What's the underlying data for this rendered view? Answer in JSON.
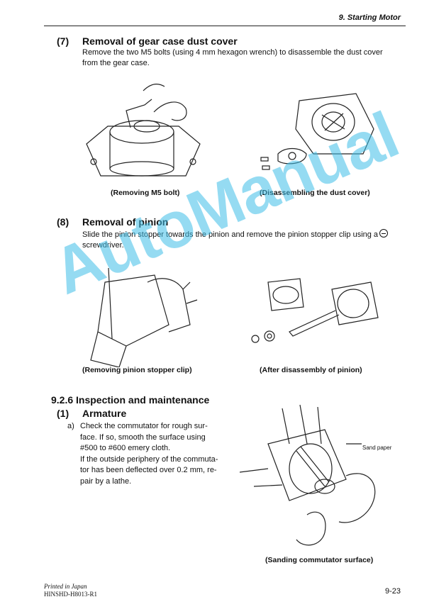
{
  "header": {
    "chapter": "9.  Starting Motor"
  },
  "section7": {
    "number": "(7)",
    "title": "Removal of gear case dust cover",
    "text_l1": "Remove the two M5 bolts (using 4 mm hexagon wrench) to disassemble the dust cover",
    "text_l2": "from the gear case.",
    "caption_left": "(Removing M5 bolt)",
    "caption_right": "(Disassembling the dust cover)"
  },
  "section8": {
    "number": "(8)",
    "title": "Removal of pinion",
    "text_l1": "Slide the pinion stopper towards the pinion and remove the pinion stopper clip using a",
    "text_l2": "screwdriver.",
    "caption_left": "(Removing pinion stopper clip)",
    "caption_right": "(After disassembly of pinion)"
  },
  "section926": {
    "heading": "9.2.6  Inspection and maintenance",
    "sub_number": "(1)",
    "sub_title": "Armature",
    "item_label": "a)",
    "lines": [
      "Check the commutator for rough sur-",
      "face.  If so, smooth the surface using",
      "#500 to #600 emery cloth.",
      "If the outside periphery of the commuta-",
      "tor has been deflected over 0.2 mm, re-",
      "pair by a lathe."
    ],
    "figure_label": "Sand paper",
    "caption": "(Sanding commutator surface)"
  },
  "footer": {
    "printed": "Printed in Japan",
    "code": "HINSHD-H8013-R1",
    "page": "9-23"
  },
  "watermark": "AutoManual"
}
